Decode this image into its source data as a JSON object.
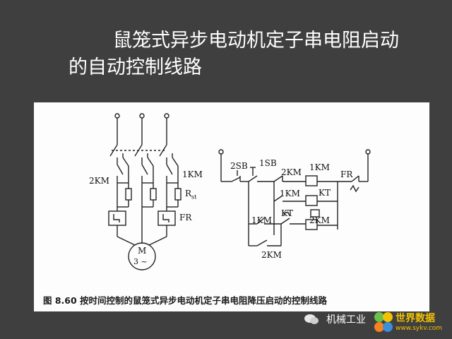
{
  "slide": {
    "title_line1": "鼠笼式异步电动机定子串电阻启动",
    "title_line2": "的自动控制线路"
  },
  "figure": {
    "caption": "图 8.60   按时间控制的鼠笼式异步电动机定子串电阻降压启动的控制线路",
    "labels": {
      "km2_main": "2KM",
      "km1_main": "1KM",
      "resistor": "R",
      "resistor_sub": "st",
      "fr_main": "FR",
      "motor": "M",
      "motor_spec": "3 ~",
      "sb2": "2SB",
      "sb1": "1SB",
      "km2_coil": "2KM",
      "km1_coil": "1KM",
      "fr_ctrl": "FR",
      "km1_aux": "1KM",
      "kt_coil": "KT",
      "km1_hold": "1KM",
      "kt_contact": "KT",
      "km2_coil2": "2KM",
      "km2_hold": "2KM"
    }
  },
  "watermark": {
    "text": "机械工业",
    "logo_text": "世界数据",
    "logo_url": "www.sykv.com",
    "colors": {
      "orange": "#f58220",
      "green": "#6cc04a",
      "blue": "#3a8fd8",
      "yellow": "#f2c200"
    }
  }
}
